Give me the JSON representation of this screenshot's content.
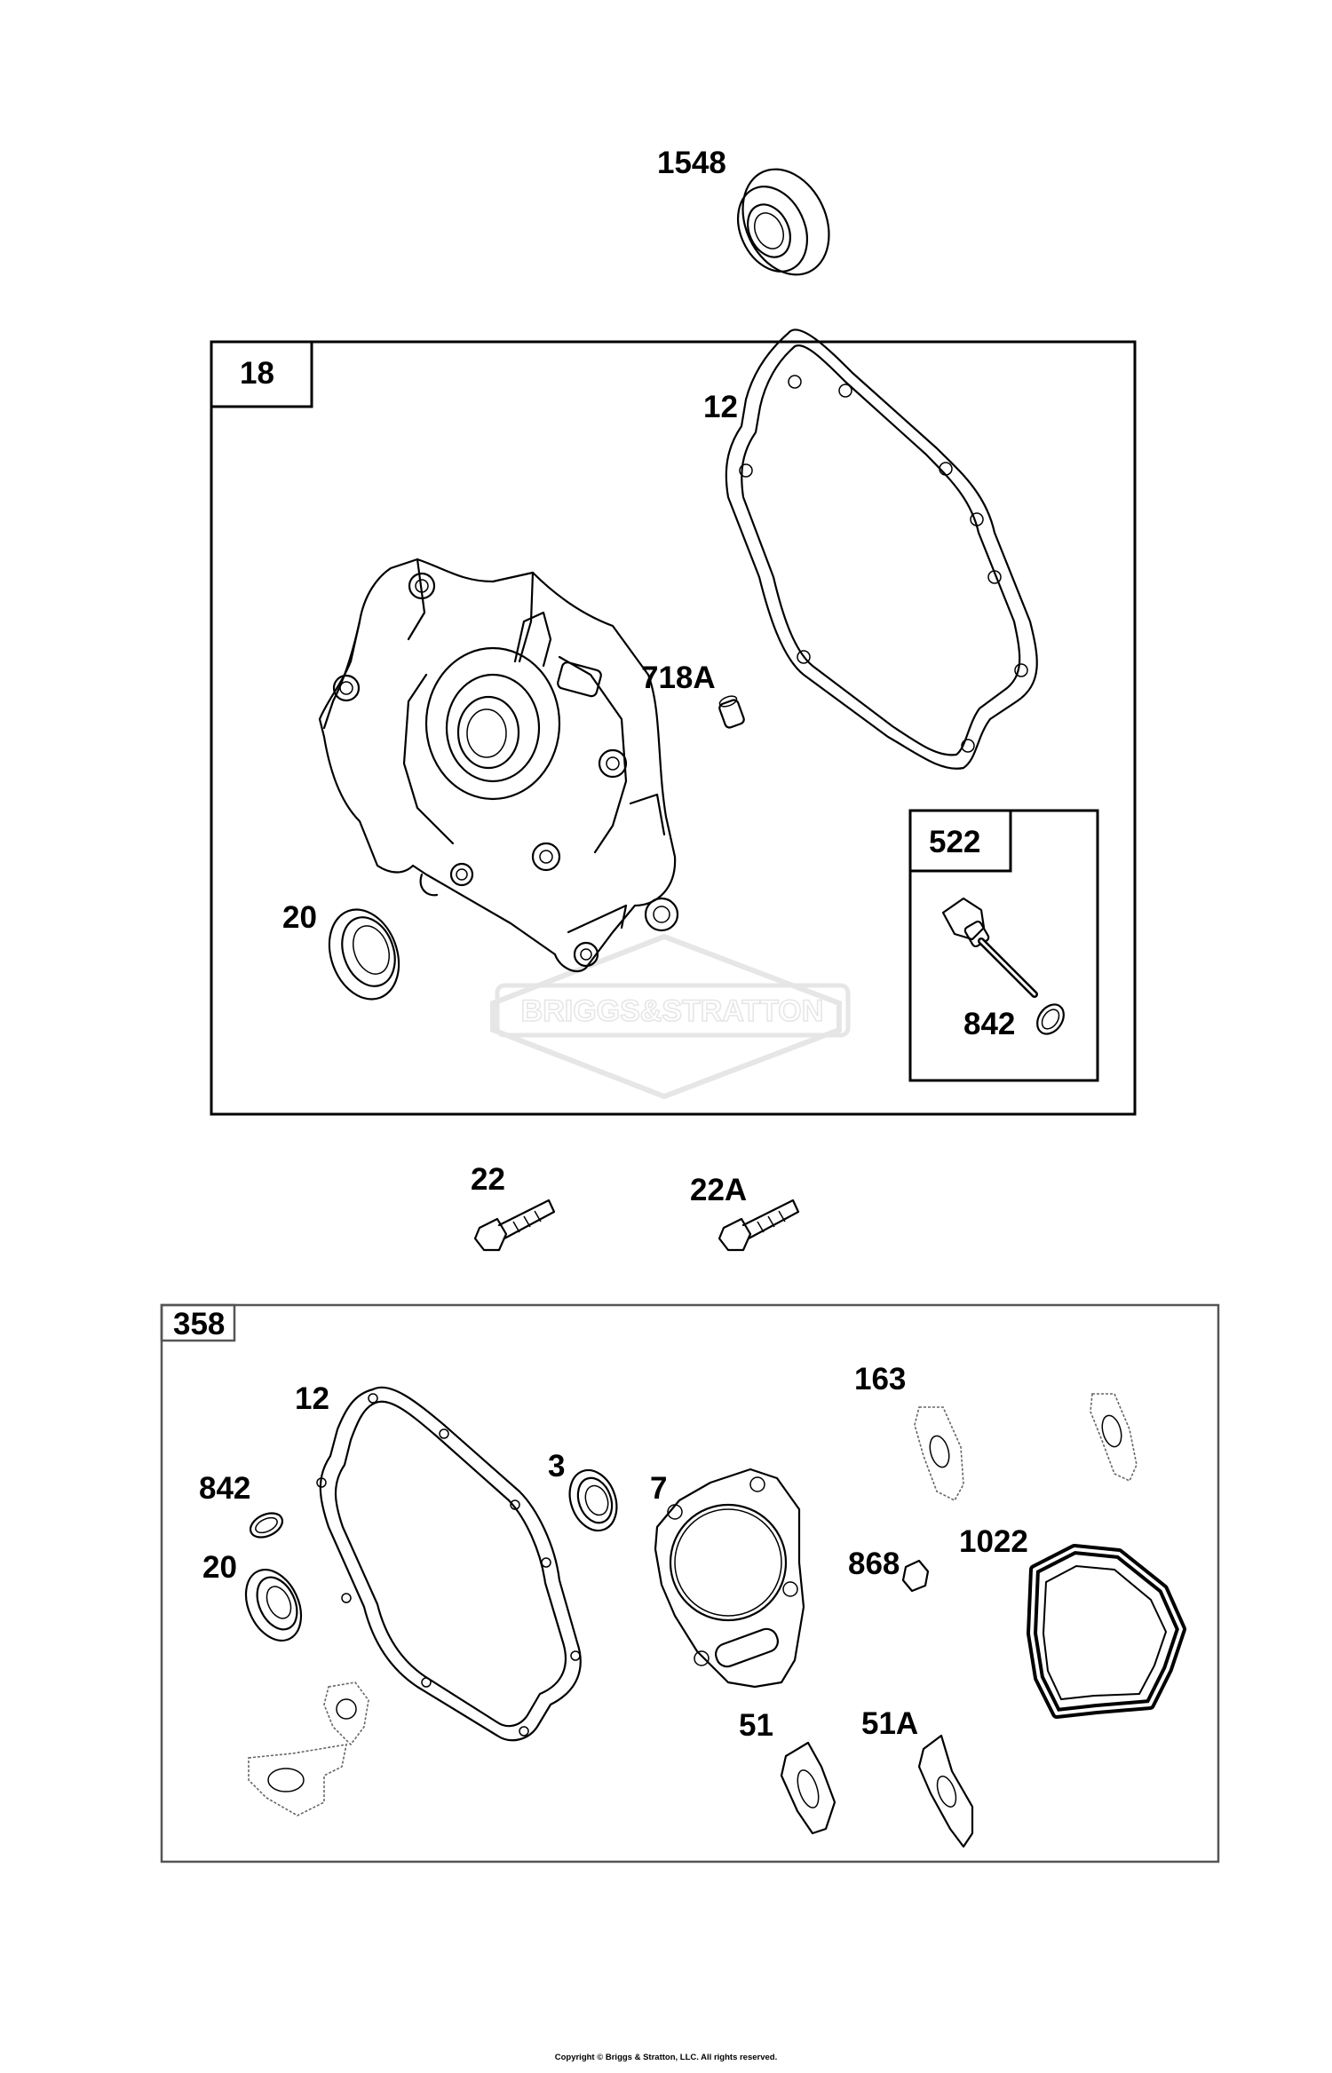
{
  "callouts": {
    "bearing": "1548",
    "crankcase_cover_assembly": "18",
    "gasket_top": "12",
    "pin": "718A",
    "oil_seal_top": "20",
    "dipstick_assembly": "522",
    "o_ring_top": "842",
    "screw": "22",
    "screw_alt": "22A",
    "gasket_set": "358",
    "gasket_set_12": "12",
    "gasket_set_842": "842",
    "gasket_set_20": "20",
    "gasket_set_3": "3",
    "head_gasket": "7",
    "gasket_163": "163",
    "nut": "868",
    "seal_1022": "1022",
    "gasket_51": "51",
    "gasket_51a": "51A"
  },
  "watermark": "BRIGGS&STRATTON",
  "copyright": "Copyright © Briggs & Stratton, LLC. All rights reserved."
}
